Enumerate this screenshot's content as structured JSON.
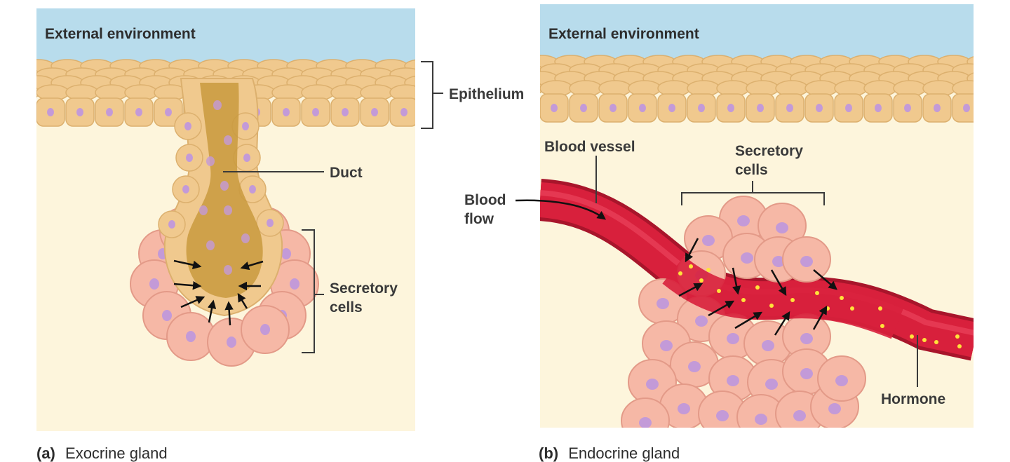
{
  "panel_a": {
    "environment_label": "External environment",
    "epithelium_label": "Epithelium",
    "duct_label": "Duct",
    "secretory_label_line1": "Secretory",
    "secretory_label_line2": "cells",
    "caption_letter": "(a)",
    "caption_text": "Exocrine gland"
  },
  "panel_b": {
    "environment_label": "External environment",
    "blood_vessel_label": "Blood vessel",
    "blood_flow_line1": "Blood",
    "blood_flow_line2": "flow",
    "secretory_label_line1": "Secretory",
    "secretory_label_line2": "cells",
    "hormone_label": "Hormone",
    "caption_letter": "(b)",
    "caption_text": "Endocrine gland"
  },
  "colors": {
    "sky": "#b8dcec",
    "interior": "#fdf5dc",
    "epithelial_cell": "#f0c98e",
    "epithelial_cell_edge": "#dcb06e",
    "nucleus": "#c39ad8",
    "duct_lumen": "#c99a3e",
    "secretory_cell": "#f6b8a6",
    "secretory_cell_edge": "#e39a88",
    "vessel": "#d8203c",
    "vessel_dark": "#a8152b",
    "hormone": "#ffe23a",
    "leader_line": "#3a3a3a"
  }
}
